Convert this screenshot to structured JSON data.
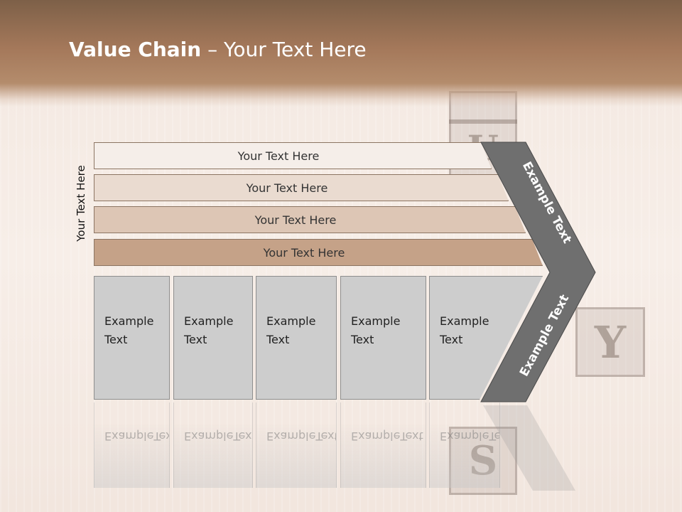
{
  "header": {
    "title_bold": "Value Chain",
    "title_rest": " – Your Text Here"
  },
  "side_label": "Your Text Here",
  "bars": [
    "Your Text Here",
    "Your Text Here",
    "Your Text Here",
    "Your Text Here"
  ],
  "boxes": [
    {
      "line1": "Example",
      "line2": "Text"
    },
    {
      "line1": "Example",
      "line2": "Text"
    },
    {
      "line1": "Example",
      "line2": "Text"
    },
    {
      "line1": "Example",
      "line2": "Text"
    },
    {
      "line1": "Example",
      "line2": "Text"
    }
  ],
  "chevron": {
    "upper_text": "Example Text",
    "lower_text": "Example Text"
  },
  "colors": {
    "header": "#a4785a",
    "chevron": "#6f6f6f",
    "box": "#cdcdcd"
  }
}
